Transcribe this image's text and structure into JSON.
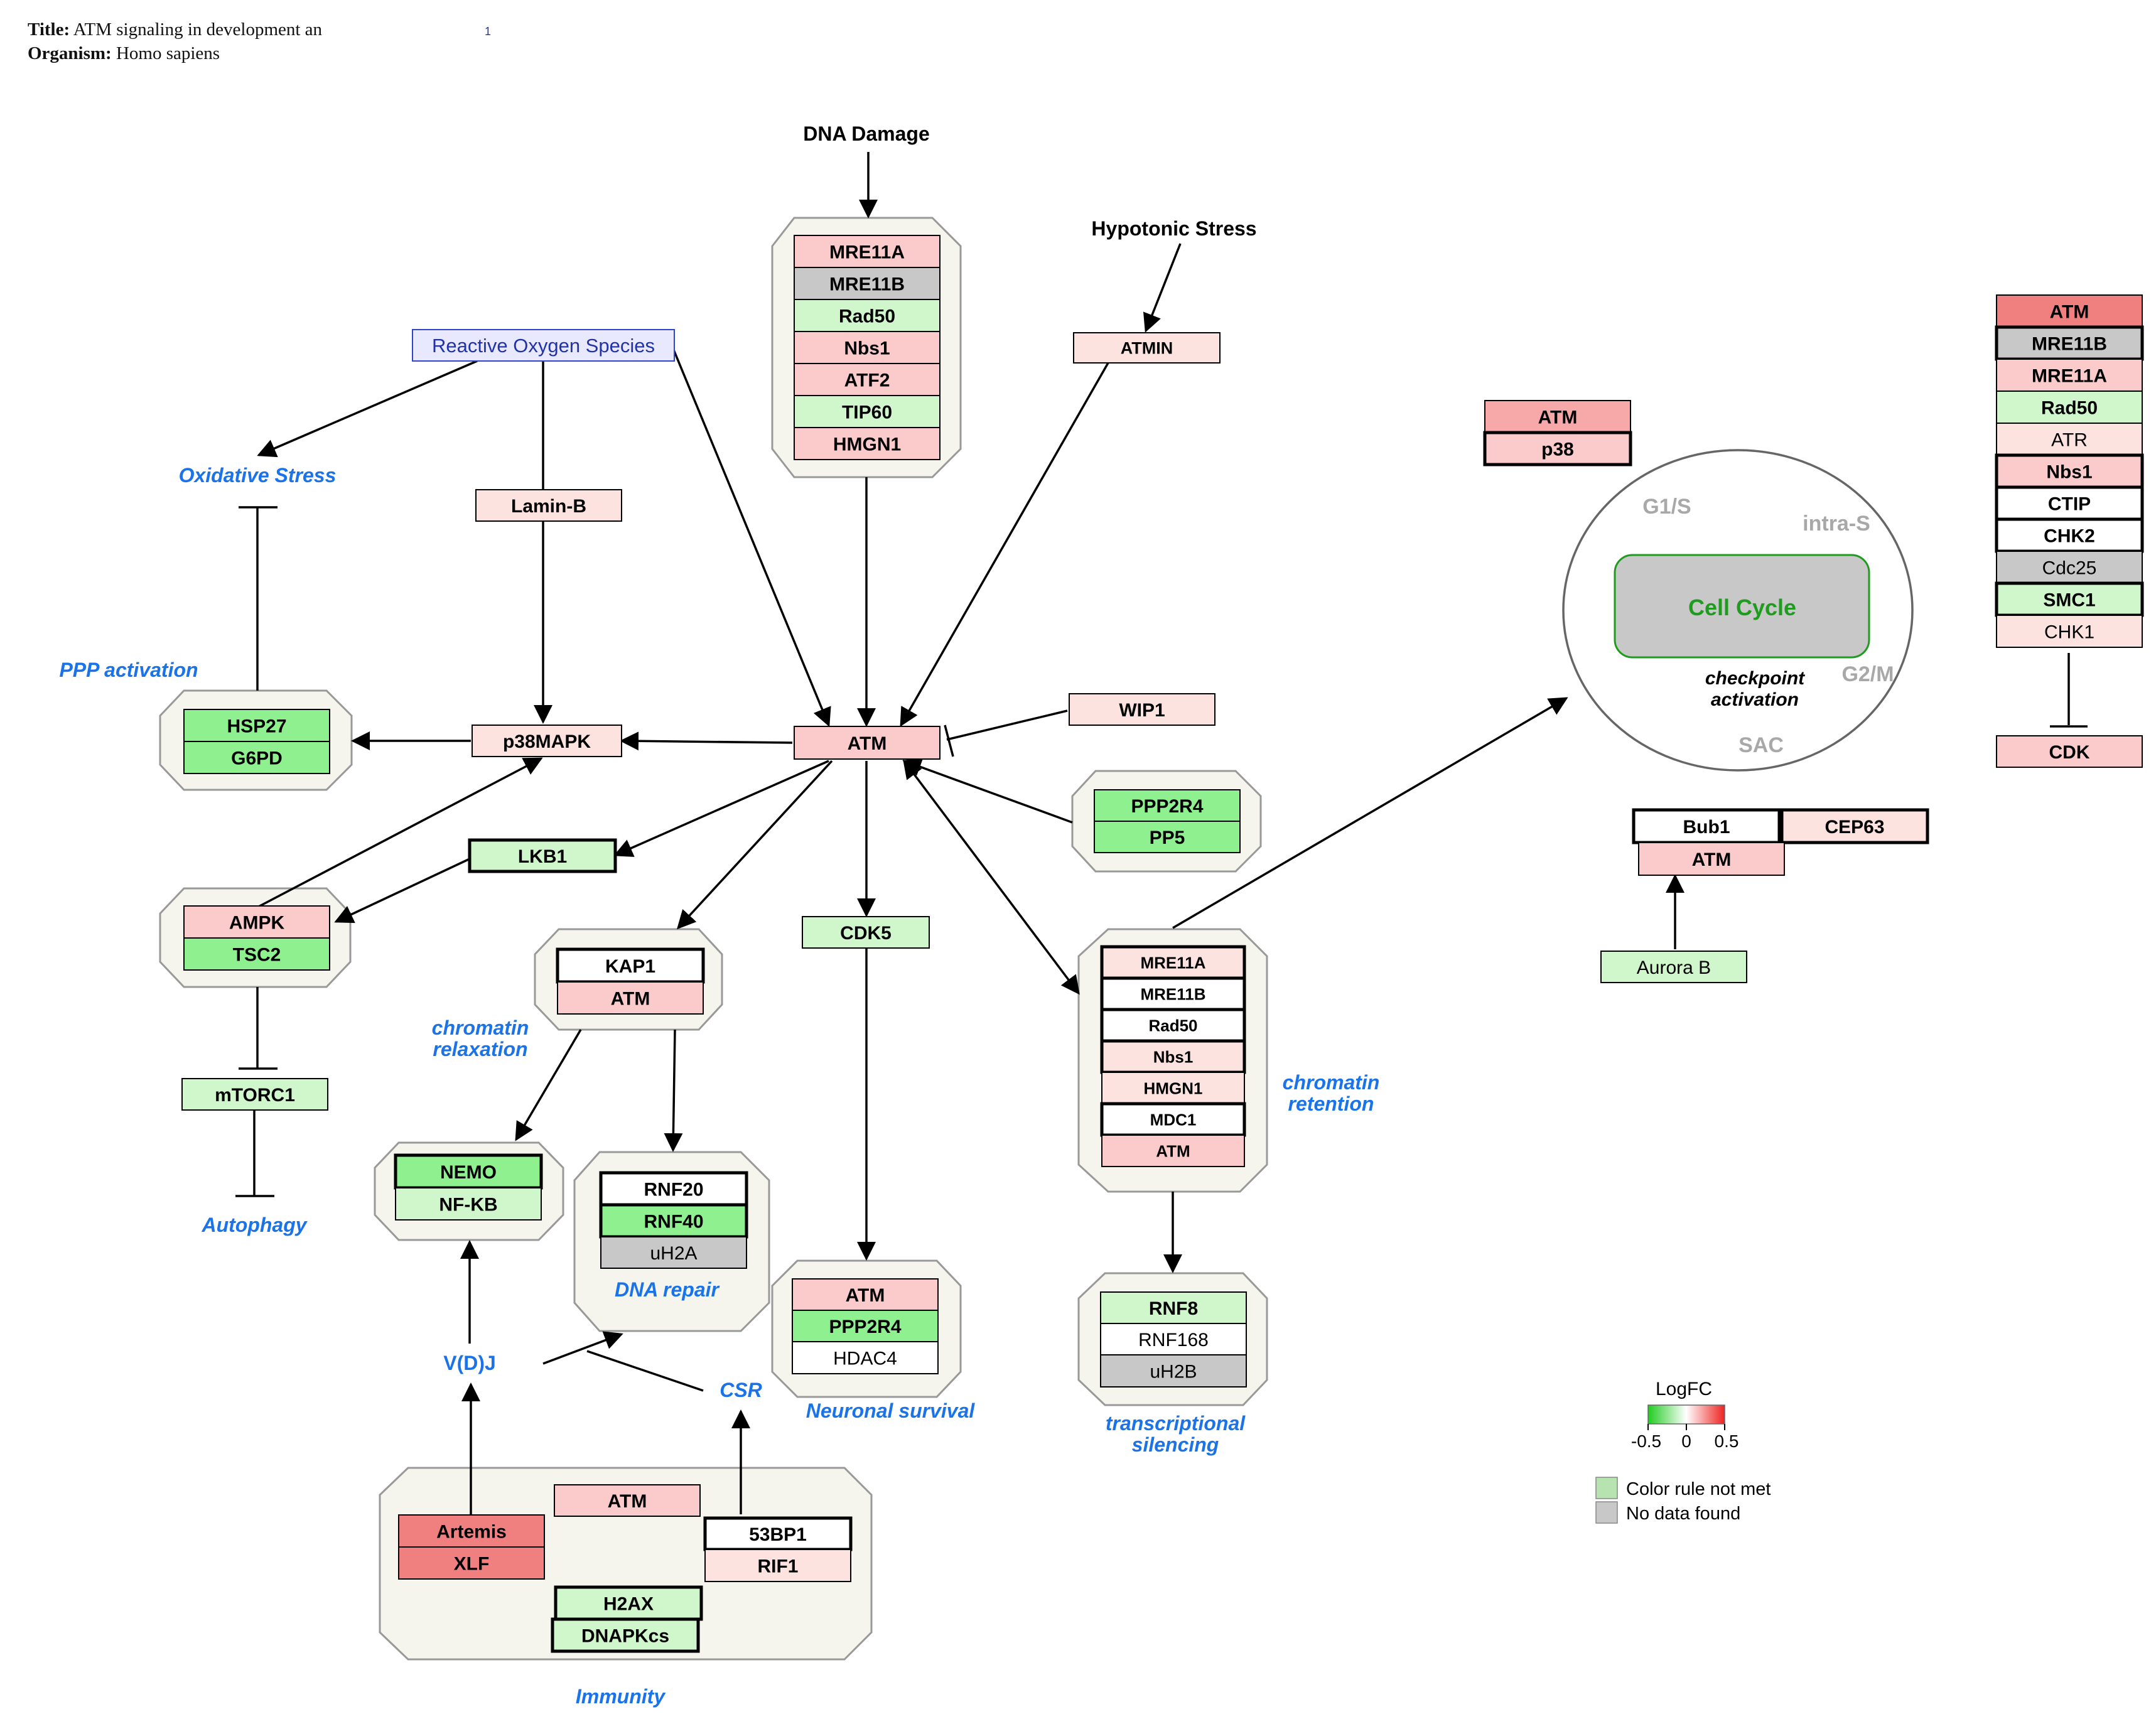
{
  "header": {
    "title_label": "Title:",
    "title_value": "ATM signaling in development an",
    "organism_label": "Organism:",
    "organism_value": "Homo sapiens",
    "page_marker": "1"
  },
  "colors": {
    "red_strong": "#f07f7f",
    "red_mid": "#f7a9a9",
    "red_light": "#fbcaca",
    "red_pale": "#fde3df",
    "green_strong": "#8ff08f",
    "green_light": "#cff7cb",
    "gray": "#c8c8c8",
    "white": "#ffffff",
    "group_fill": "#f5f5ee",
    "label_blue": "#1a73e8",
    "cell_cycle_green": "#1e9c1e",
    "phase_gray": "#a8a8a8"
  },
  "nodes": {
    "dna_damage": "DNA Damage",
    "hypotonic_stress": "Hypotonic Stress",
    "reactive_oxygen_species": "Reactive Oxygen Species",
    "atmin": "ATMIN",
    "lamin_b": "Lamin-B",
    "p38mapk": "p38MAPK",
    "atm_center": "ATM",
    "wip1": "WIP1",
    "lkb1": "LKB1",
    "cdk5": "CDK5",
    "mtorc1": "mTORC1",
    "aurora_b": "Aurora B"
  },
  "groups": {
    "mrn_top": [
      "MRE11A",
      "MRE11B",
      "Rad50",
      "Nbs1",
      "ATF2",
      "TIP60",
      "HMGN1"
    ],
    "hsp": [
      "HSP27",
      "G6PD"
    ],
    "ampk": [
      "AMPK",
      "TSC2"
    ],
    "pp2": [
      "PPP2R4",
      "PP5"
    ],
    "kap1": [
      "KAP1",
      "ATM"
    ],
    "retention": [
      "MRE11A",
      "MRE11B",
      "Rad50",
      "Nbs1",
      "HMGN1",
      "MDC1",
      "ATM"
    ],
    "nemo": [
      "NEMO",
      "NF-KB"
    ],
    "rnf20": [
      "RNF20",
      "RNF40",
      "uH2A"
    ],
    "neuronal": [
      "ATM",
      "PPP2R4",
      "HDAC4"
    ],
    "rnf8": [
      "RNF8",
      "RNF168",
      "uH2B"
    ],
    "immunity": [
      "ATM",
      "Artemis",
      "XLF",
      "53BP1",
      "RIF1",
      "H2AX",
      "DNAPKcs"
    ],
    "atm_p38": [
      "ATM",
      "p38"
    ],
    "bub1": [
      "Bub1",
      "CEP63",
      "ATM"
    ],
    "right_stack": [
      "ATM",
      "MRE11B",
      "MRE11A",
      "Rad50",
      "ATR",
      "Nbs1",
      "CTIP",
      "CHK2",
      "Cdc25",
      "SMC1",
      "CHK1"
    ],
    "cdk": "CDK"
  },
  "labels": {
    "oxidative_stress": "Oxidative Stress",
    "ppp_activation": "PPP activation",
    "autophagy": "Autophagy",
    "chromatin_relaxation_1": "chromatin",
    "chromatin_relaxation_2": "relaxation",
    "dna_repair": "DNA repair",
    "vdj": "V(D)J",
    "csr": "CSR",
    "neuronal_survival": "Neuronal survival",
    "immunity": "Immunity",
    "chromatin_retention_1": "chromatin",
    "chromatin_retention_2": "retention",
    "transcriptional_silencing_1": "transcriptional",
    "transcriptional_silencing_2": "silencing"
  },
  "cell_cycle": {
    "center": "Cell Cycle",
    "g1s": "G1/S",
    "intra_s": "intra-S",
    "g2m": "G2/M",
    "sac": "SAC",
    "checkpoint_1": "checkpoint",
    "checkpoint_2": "activation"
  },
  "legend": {
    "title": "LogFC",
    "tick_min": "-0.5",
    "tick_mid": "0",
    "tick_max": "0.5",
    "gradient_low": "#22cc22",
    "gradient_mid": "#ffffff",
    "gradient_high": "#ee2222",
    "rule_not_met_label": "Color rule not met",
    "rule_not_met_color": "#b6e3b0",
    "no_data_label": "No data found",
    "no_data_color": "#c8c8c8"
  }
}
